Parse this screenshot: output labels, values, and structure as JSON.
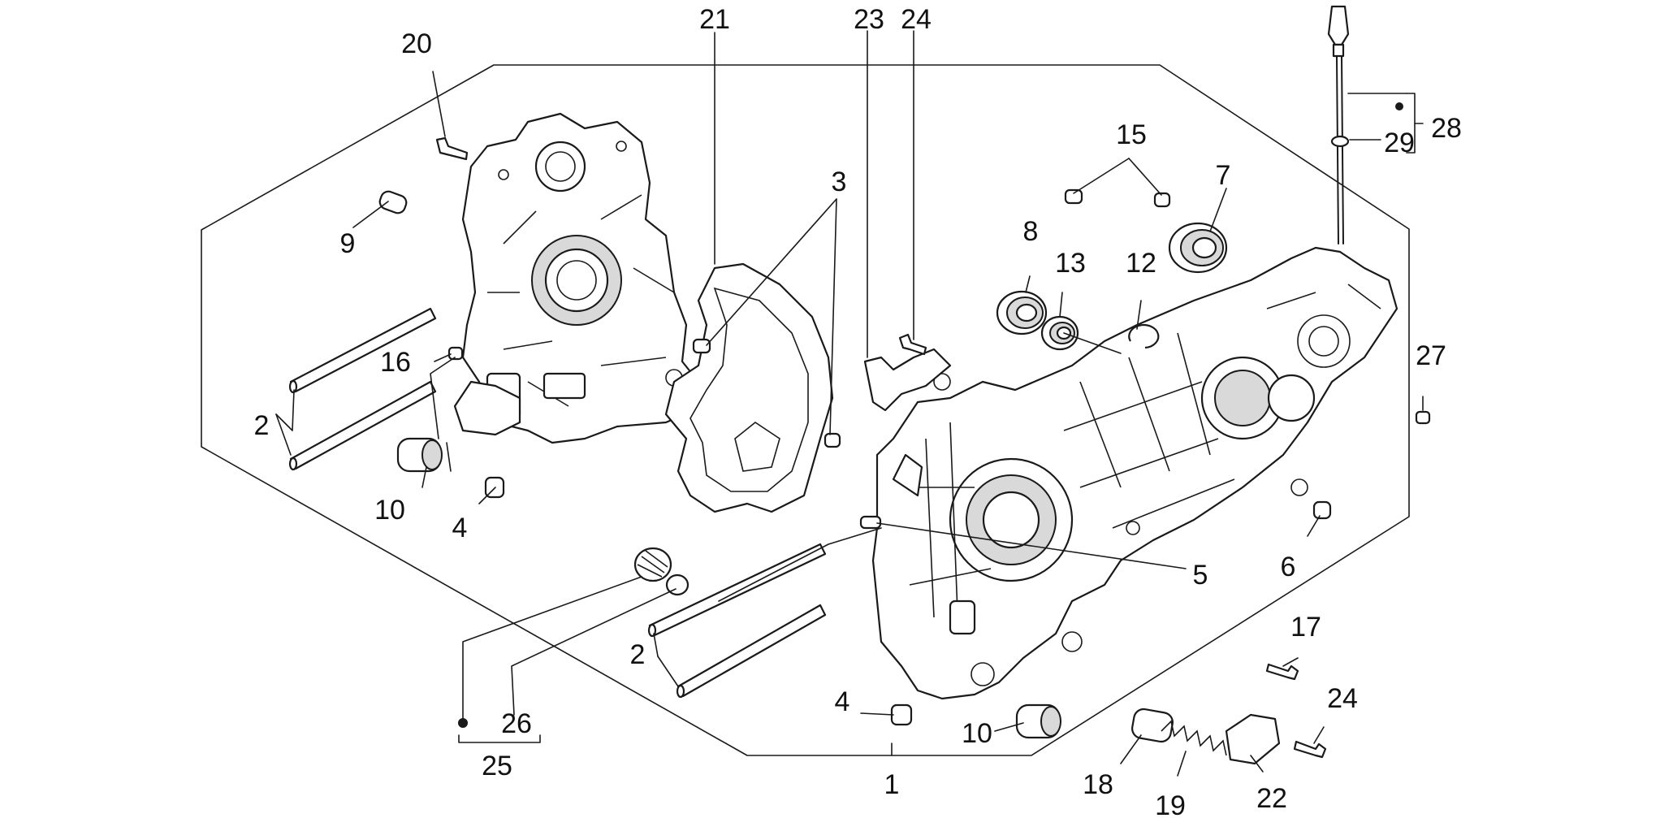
{
  "labels": {
    "l1": "1",
    "l2a": "2",
    "l2b": "2",
    "l3": "3",
    "l4a": "4",
    "l4b": "4",
    "l5": "5",
    "l6": "6",
    "l7": "7",
    "l8": "8",
    "l9": "9",
    "l10a": "10",
    "l10b": "10",
    "l12": "12",
    "l13": "13",
    "l15": "15",
    "l16": "16",
    "l17": "17",
    "l18": "18",
    "l19": "19",
    "l20": "20",
    "l21": "21",
    "l22": "22",
    "l23": "23",
    "l24a": "24",
    "l24b": "24",
    "l25": "25",
    "l26": "26",
    "l27": "27",
    "l28": "28",
    "l29": "29"
  }
}
